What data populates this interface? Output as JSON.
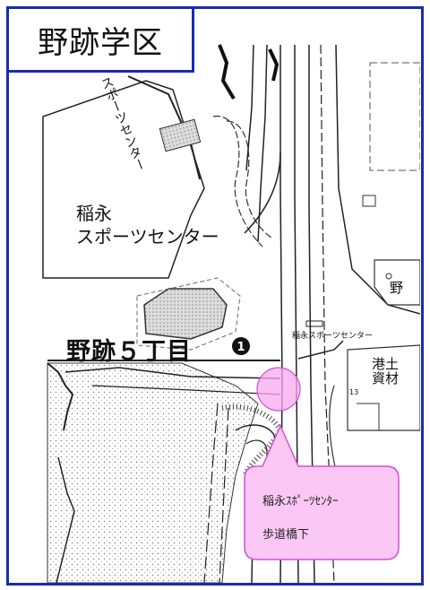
{
  "title": "野跡学区",
  "map_labels": {
    "inei": "稲永",
    "sports_center": "スポーツセンター",
    "vertical_sports": "スポーツセンター",
    "nozaki_5": "野跡５丁目",
    "marker_number": "1",
    "small_sports": "稲永スポーツセンター",
    "nozaki_right": "野",
    "minato_1": "港土",
    "minato_2": "資材",
    "number_13": "13"
  },
  "callout": {
    "line1": "稲永ｽﾎﾟｰﾂｾﾝﾀｰ",
    "line2": "歩道橋下"
  },
  "colors": {
    "frame": "#1a2bb0",
    "callout_fill": "#fbc8f5",
    "callout_stroke": "#d24fd0",
    "highlight_fill": "#f7a8f0"
  }
}
